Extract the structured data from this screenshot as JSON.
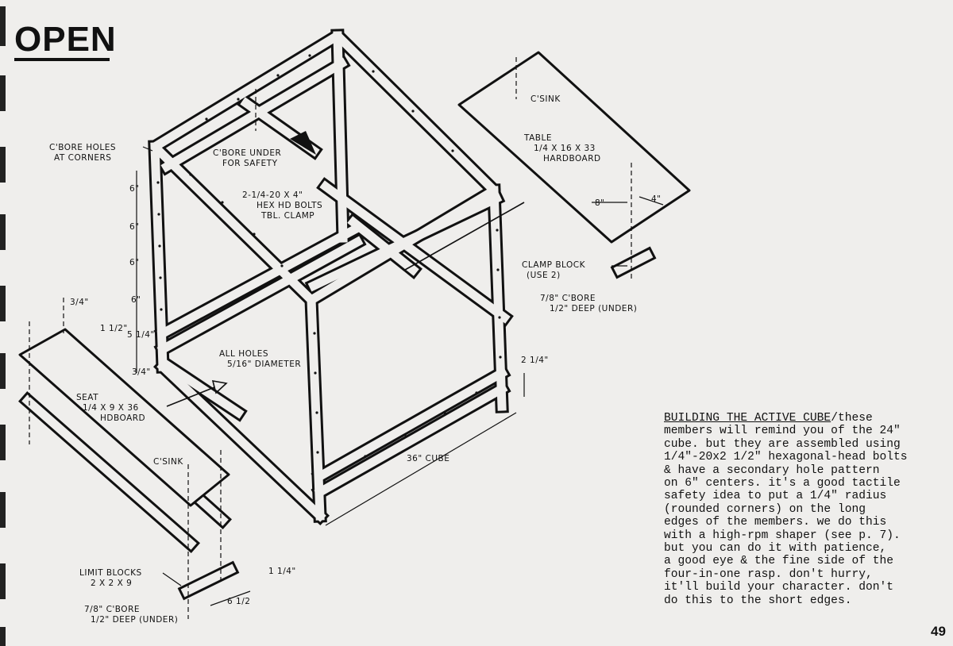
{
  "page": {
    "title": "OPEN",
    "page_number": "49"
  },
  "labels": {
    "cbore_corners": [
      "C'BORE HOLES",
      "AT CORNERS"
    ],
    "cbore_under": [
      "C'BORE UNDER",
      "FOR SAFETY"
    ],
    "bolts": [
      "2-1/4-20 x 4\"",
      "HEX HD BOLTS",
      "TBL. CLAMP"
    ],
    "all_holes": [
      "ALL HOLES",
      "5/16\" DIAMETER"
    ],
    "spacing": [
      "6\"",
      "6\"",
      "6\"",
      "6\"",
      "5 1/4\"",
      "3/4\""
    ],
    "seat_dims": [
      "3/4\"",
      "1 1/2\""
    ],
    "seat": [
      "SEAT",
      "1/4 x 9 x 36",
      "HDBOARD"
    ],
    "seat_csink": "C'SINK",
    "limit_blocks": [
      "LIMIT BLOCKS",
      "2 x 2 x 9"
    ],
    "limit_cbore": [
      "7/8\" C'BORE",
      "1/2\" DEEP (UNDER)"
    ],
    "limit_dims": [
      "1 1/4\"",
      "6 1/2"
    ],
    "cube": "36\" CUBE",
    "cube_thick": "2 1/4\"",
    "table_csink": "C'SINK",
    "table": [
      "TABLE",
      "1/4 x 16 x 33",
      "HARDBOARD"
    ],
    "table_dims": [
      "8\"",
      "4\""
    ],
    "clamp_block": [
      "CLAMP BLOCK",
      "(USE 2)"
    ],
    "clamp_cbore": [
      "7/8\" C'BORE",
      "1/2\" DEEP (UNDER)"
    ]
  },
  "text": {
    "heading": "BUILDING THE ACTIVE CUBE",
    "lines": [
      "/these",
      "members will remind you of the 24\"",
      "cube. but they are assembled using",
      "1/4\"-20x2 1/2\" hexagonal-head bolts",
      "& have a secondary hole pattern",
      "on 6\" centers. it's a good tactile",
      "safety idea to put a 1/4\" radius",
      "(rounded corners) on the long",
      "edges of the members. we do this",
      "with a high-rpm shaper (see p. 7).",
      "but you can do it with patience,",
      "a good eye & the fine side of the",
      "four-in-one rasp. don't hurry,",
      "it'll build your character. don't",
      "do this to the short edges."
    ]
  }
}
